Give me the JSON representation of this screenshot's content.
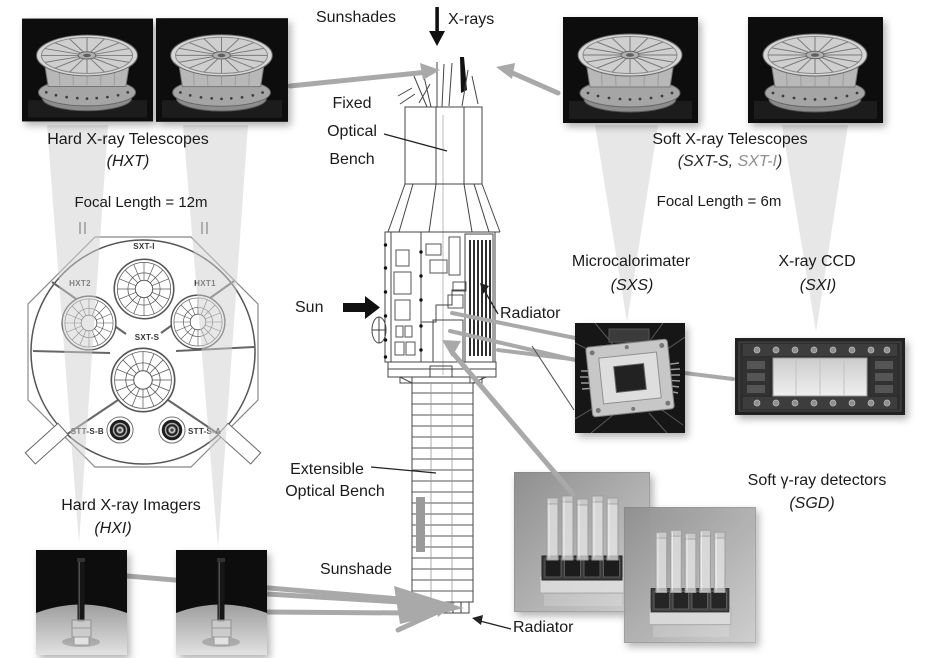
{
  "top": {
    "sunshades": "Sunshades",
    "xrays": "X-rays"
  },
  "hxt": {
    "title": "Hard X-ray Telescopes",
    "abbr": "(HXT)",
    "focal": "Focal Length = 12m"
  },
  "sxt": {
    "title": "Soft X-ray Telescopes",
    "abbr_prefix": "(",
    "abbr_s": "SXT-S",
    "abbr_sep": ", ",
    "abbr_i": "SXT-I",
    "abbr_suffix": ")",
    "focal": "Focal Length = 6m"
  },
  "center": {
    "fob1": "Fixed",
    "fob2": "Optical",
    "fob3": "Bench",
    "sun": "Sun",
    "radiator_mid": "Radiator",
    "eob1": "Extensible",
    "eob2": "Optical Bench",
    "sunshade": "Sunshade",
    "radiator_bottom": "Radiator"
  },
  "cross_section": {
    "sxt_i": "SXT-I",
    "hxt2": "HXT2",
    "hxt1": "HXT1",
    "sxt_s": "SXT-S",
    "stt_s_b": "STT-S-B",
    "stt_s_a": "STT-S-A"
  },
  "hxi": {
    "title": "Hard X-ray Imagers",
    "abbr": "(HXI)"
  },
  "sxs": {
    "title": "Microcalorimater",
    "abbr": "(SXS)"
  },
  "sxi": {
    "title": "X-ray CCD",
    "abbr": "(SXI)"
  },
  "sgd": {
    "title": "Soft γ-ray detectors",
    "abbr": "(SGD)"
  },
  "colors": {
    "text": "#1a1a1a",
    "connector_gray": "#a9a9a9",
    "beam_gray": "#d8d8d8",
    "drawing_line": "#444444"
  }
}
